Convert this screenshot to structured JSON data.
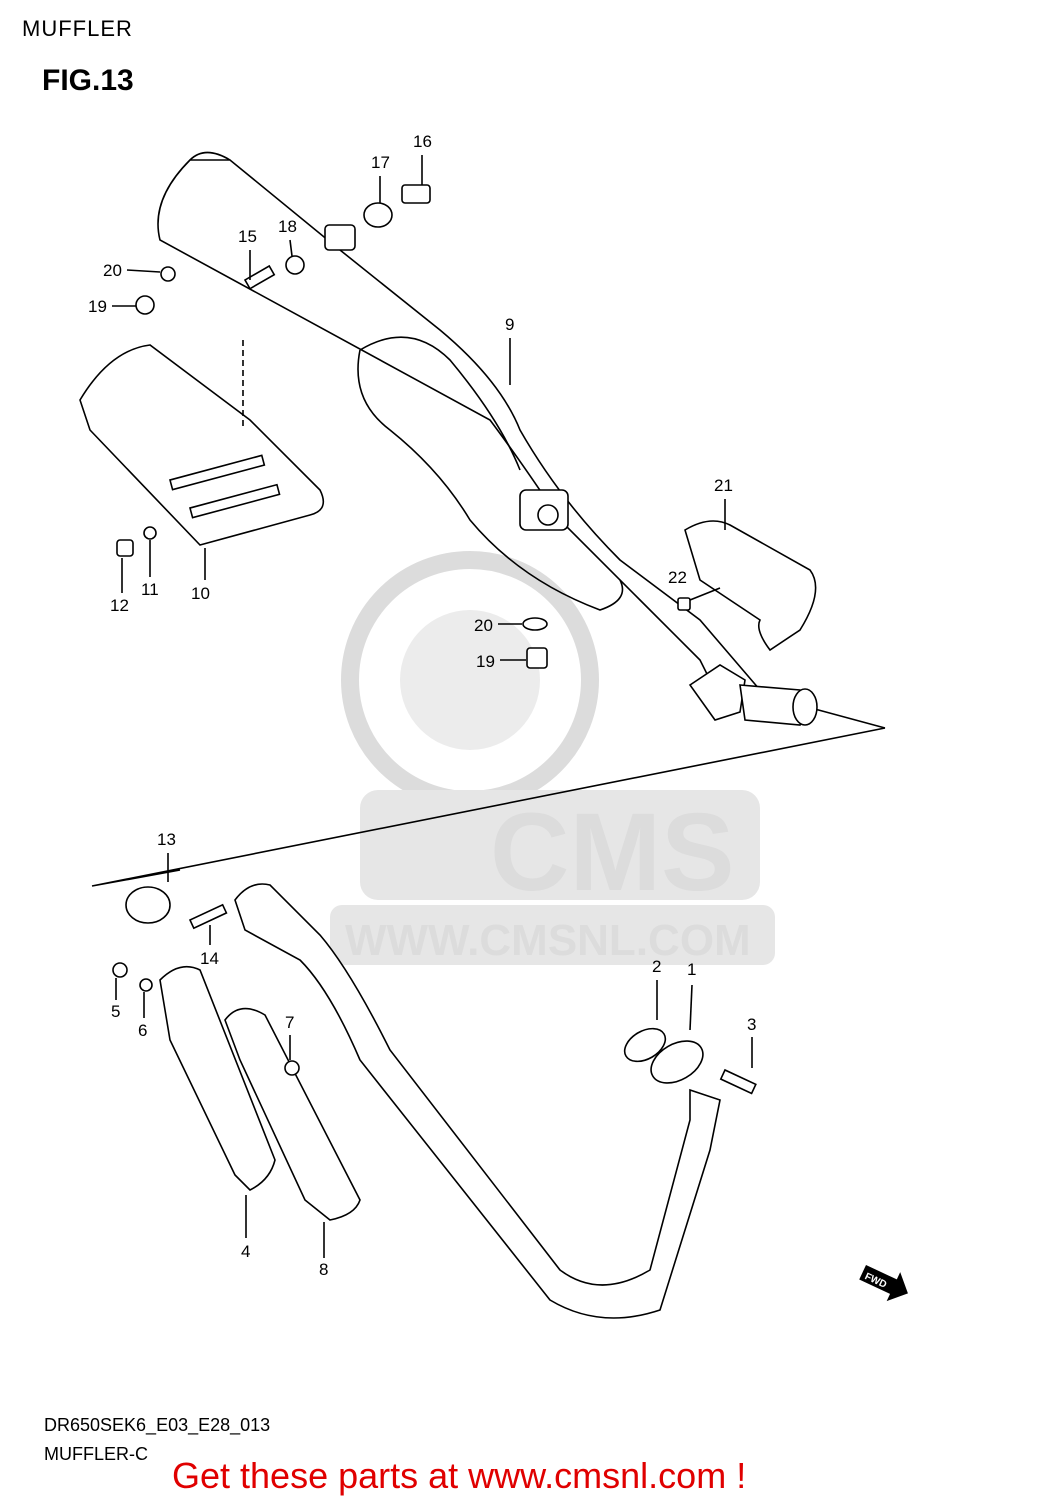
{
  "header": {
    "section": "MUFFLER",
    "figure": "FIG.13"
  },
  "watermark": {
    "brand": "CMS",
    "url": "WWW.CMSNL.COM"
  },
  "callouts": {
    "c1": "1",
    "c2": "2",
    "c3": "3",
    "c4": "4",
    "c5": "5",
    "c6": "6",
    "c7": "7",
    "c8": "8",
    "c9": "9",
    "c10": "10",
    "c11": "11",
    "c12": "12",
    "c13": "13",
    "c14": "14",
    "c15": "15",
    "c16": "16",
    "c17": "17",
    "c18": "18",
    "c19a": "19",
    "c19b": "19",
    "c20a": "20",
    "c20b": "20",
    "c21": "21",
    "c22": "22"
  },
  "fwd_label": "FWD",
  "footer": {
    "code": "DR650SEK6_E03_E28_013",
    "name": "MUFFLER-C",
    "promo": "Get these parts at www.cmsnl.com !"
  },
  "colors": {
    "promo": "#e00000",
    "watermark": "#dcdcdc"
  }
}
